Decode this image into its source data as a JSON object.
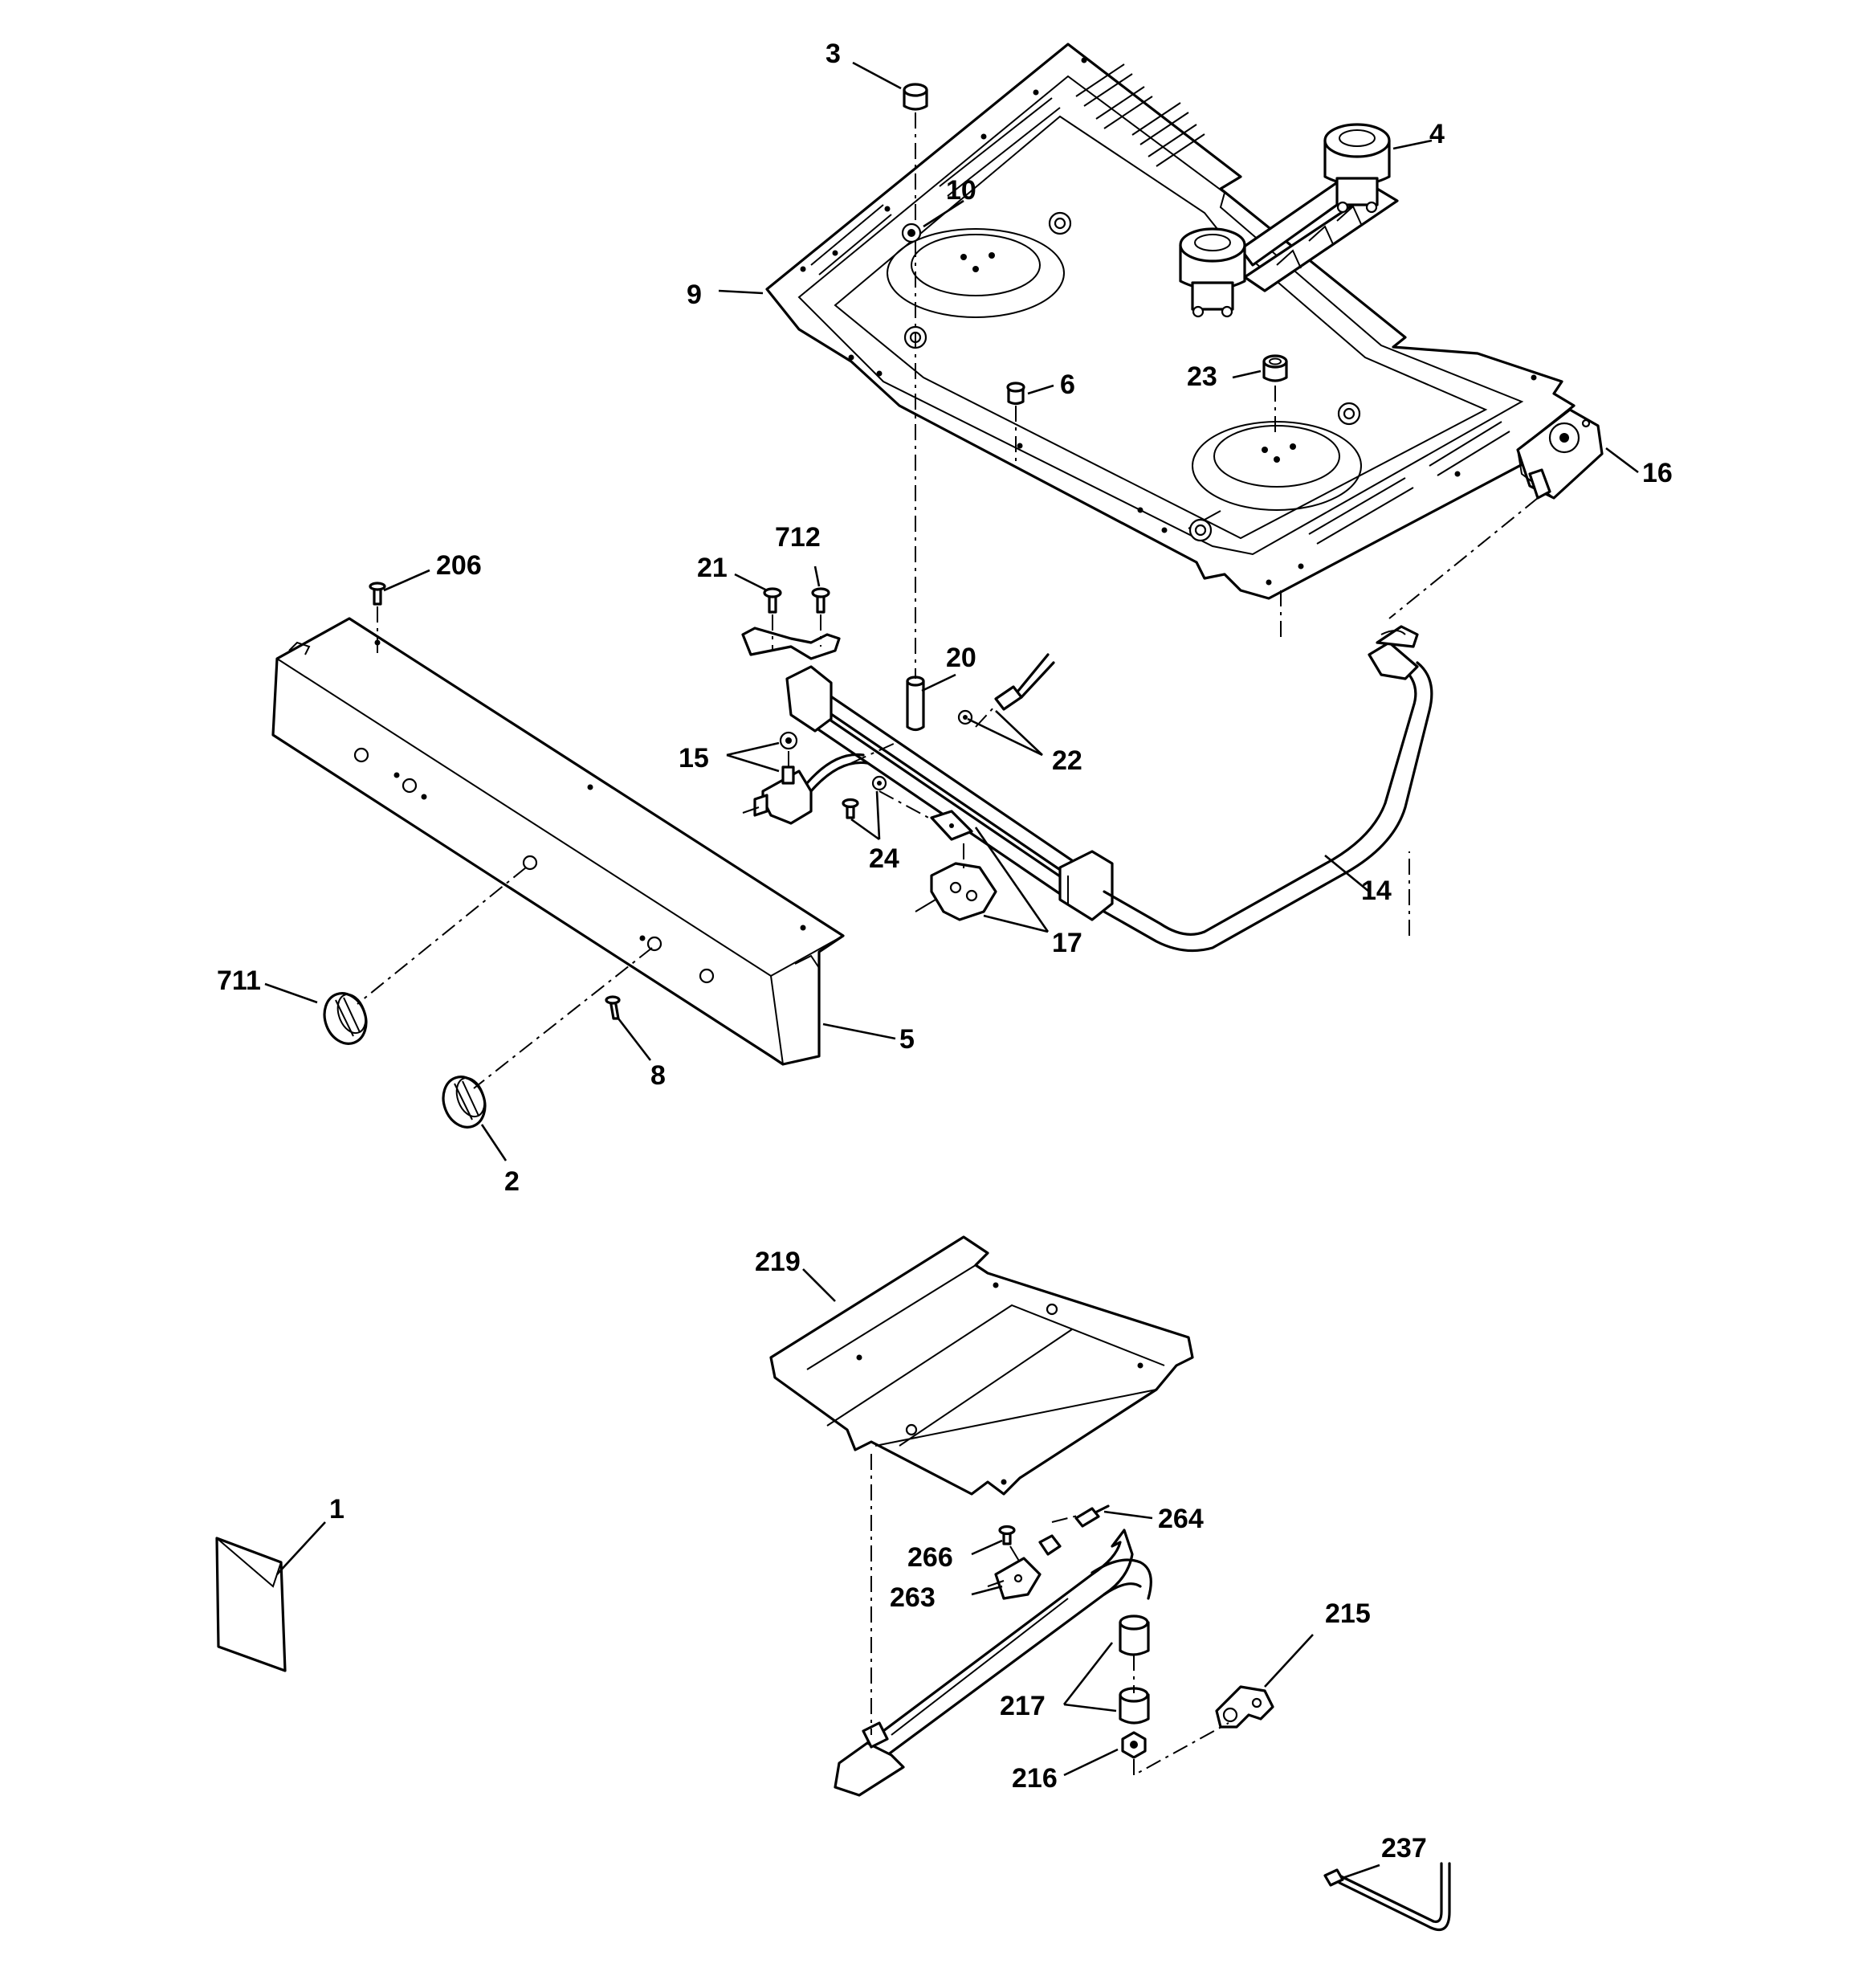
{
  "callouts": [
    {
      "id": "p3",
      "text": "3"
    },
    {
      "id": "p4",
      "text": "4"
    },
    {
      "id": "p10",
      "text": "10"
    },
    {
      "id": "p9",
      "text": "9"
    },
    {
      "id": "p6",
      "text": "6"
    },
    {
      "id": "p23",
      "text": "23"
    },
    {
      "id": "p16",
      "text": "16"
    },
    {
      "id": "p206",
      "text": "206"
    },
    {
      "id": "p21",
      "text": "21"
    },
    {
      "id": "p712",
      "text": "712"
    },
    {
      "id": "p20",
      "text": "20"
    },
    {
      "id": "p15",
      "text": "15"
    },
    {
      "id": "p22",
      "text": "22"
    },
    {
      "id": "p24",
      "text": "24"
    },
    {
      "id": "p14",
      "text": "14"
    },
    {
      "id": "p17",
      "text": "17"
    },
    {
      "id": "p711",
      "text": "711"
    },
    {
      "id": "p5",
      "text": "5"
    },
    {
      "id": "p8",
      "text": "8"
    },
    {
      "id": "p2",
      "text": "2"
    },
    {
      "id": "p219",
      "text": "219"
    },
    {
      "id": "p1",
      "text": "1"
    },
    {
      "id": "p264",
      "text": "264"
    },
    {
      "id": "p266",
      "text": "266"
    },
    {
      "id": "p263",
      "text": "263"
    },
    {
      "id": "p215",
      "text": "215"
    },
    {
      "id": "p217",
      "text": "217"
    },
    {
      "id": "p216",
      "text": "216"
    },
    {
      "id": "p237",
      "text": "237"
    }
  ]
}
